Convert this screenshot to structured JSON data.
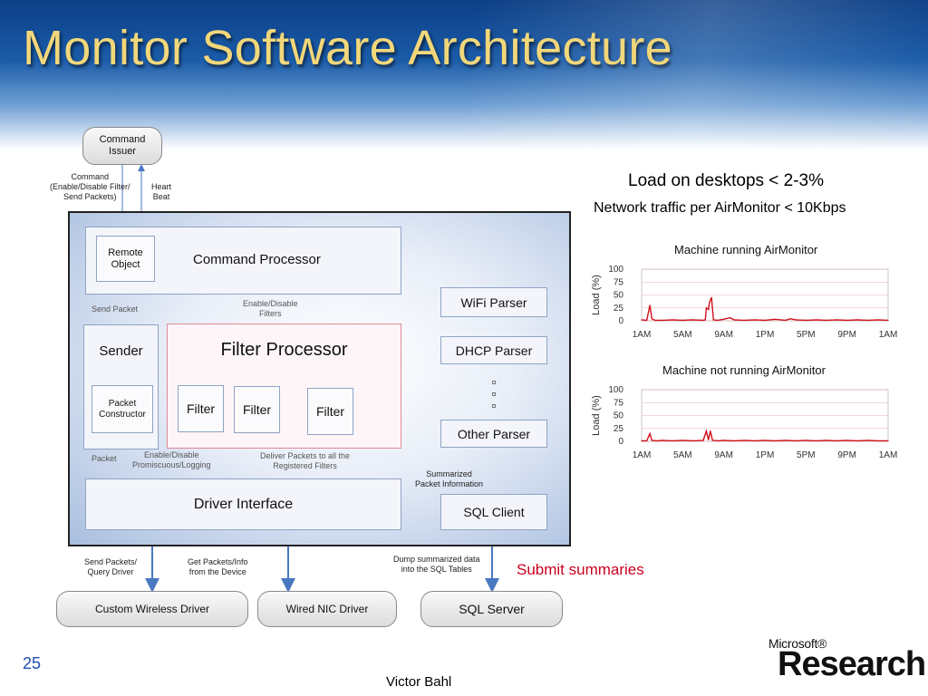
{
  "slide": {
    "title": "Monitor Software Architecture",
    "page_number": "25",
    "author": "Victor Bahl",
    "logo": {
      "top": "Microsoft®",
      "bottom": "Research"
    }
  },
  "diagram": {
    "command_issuer": "Command\nIssuer",
    "command_label": "Command\n(Enable/Disable Filter/\nSend Packets)",
    "heart_beat_label": "Heart\nBeat",
    "remote_object": "Remote\nObject",
    "command_processor": "Command Processor",
    "send_packet_label": "Send Packet",
    "enable_disable_filters_label": "Enable/Disable\nFilters",
    "sender": "Sender",
    "packet_constructor": "Packet\nConstructor",
    "filter_processor": "Filter Processor",
    "filters": [
      "Filter",
      "Filter",
      "Filter"
    ],
    "wifi_parser": "WiFi Parser",
    "dhcp_parser": "DHCP Parser",
    "other_parser": "Other Parser",
    "packet_label": "Packet",
    "promiscuous_label": "Enable/Disable\nPromiscuous/Logging",
    "deliver_label": "Deliver Packets to all the\nRegistered Filters",
    "summarized_label": "Summarized\nPacket Information",
    "driver_interface": "Driver Interface",
    "sql_client": "SQL Client",
    "send_query_label": "Send Packets/\nQuery Driver",
    "get_packets_label": "Get Packets/Info\nfrom the Device",
    "dump_label": "Dump summarized data\ninto the SQL Tables",
    "custom_driver": "Custom Wireless Driver",
    "wired_driver": "Wired NIC Driver",
    "sql_server": "SQL Server",
    "submit_summaries": "Submit summaries"
  },
  "notes": {
    "load_line": "Load on desktops < 2-3%",
    "traffic_line": "Network traffic per AirMonitor < 10Kbps"
  },
  "colors": {
    "title": "#f2d77a",
    "arrow": "#4a78c0",
    "series": "#d0101a",
    "accent_red": "#c8001e"
  },
  "chart_data": [
    {
      "type": "line",
      "title": "Machine running AirMonitor",
      "ylabel": "Load (%)",
      "xlabel": "",
      "ylim": [
        0,
        100
      ],
      "yticks": [
        "100",
        "75",
        "50",
        "25",
        "0"
      ],
      "xticks": [
        "1AM",
        "5AM",
        "9AM",
        "1PM",
        "5PM",
        "9PM",
        "1AM"
      ],
      "xlim": [
        0,
        24
      ],
      "grid": true,
      "series": [
        {
          "values": [
            [
              0,
              2
            ],
            [
              0.5,
              1
            ],
            [
              0.8,
              30
            ],
            [
              1.0,
              4
            ],
            [
              1.3,
              1
            ],
            [
              2,
              1
            ],
            [
              3,
              2
            ],
            [
              4,
              1
            ],
            [
              5,
              2
            ],
            [
              6,
              1
            ],
            [
              6.2,
              2
            ],
            [
              6.3,
              25
            ],
            [
              6.5,
              22
            ],
            [
              6.6,
              35
            ],
            [
              6.8,
              45
            ],
            [
              7.0,
              2
            ],
            [
              7.4,
              1
            ],
            [
              8,
              3
            ],
            [
              8.6,
              6
            ],
            [
              9,
              2
            ],
            [
              10,
              1
            ],
            [
              11,
              2
            ],
            [
              12,
              1
            ],
            [
              13,
              3
            ],
            [
              14,
              1
            ],
            [
              14.5,
              4
            ],
            [
              15,
              2
            ],
            [
              16,
              1
            ],
            [
              17,
              2
            ],
            [
              18,
              1
            ],
            [
              19,
              2
            ],
            [
              20,
              1
            ],
            [
              21,
              2
            ],
            [
              22,
              1
            ],
            [
              23,
              2
            ],
            [
              24,
              1
            ]
          ]
        }
      ]
    },
    {
      "type": "line",
      "title": "Machine not running AirMonitor",
      "ylabel": "Load (%)",
      "xlabel": "",
      "ylim": [
        0,
        100
      ],
      "yticks": [
        "100",
        "75",
        "50",
        "25",
        "0"
      ],
      "xticks": [
        "1AM",
        "5AM",
        "9AM",
        "1PM",
        "5PM",
        "9PM",
        "1AM"
      ],
      "xlim": [
        0,
        24
      ],
      "grid": true,
      "series": [
        {
          "values": [
            [
              0,
              1
            ],
            [
              0.5,
              1
            ],
            [
              0.8,
              15
            ],
            [
              1.0,
              2
            ],
            [
              1.5,
              1
            ],
            [
              2,
              2
            ],
            [
              3,
              1
            ],
            [
              4,
              2
            ],
            [
              5,
              1
            ],
            [
              6,
              2
            ],
            [
              6.3,
              20
            ],
            [
              6.5,
              3
            ],
            [
              6.7,
              20
            ],
            [
              6.9,
              2
            ],
            [
              7.5,
              1
            ],
            [
              8,
              2
            ],
            [
              9,
              1
            ],
            [
              10,
              2
            ],
            [
              11,
              1
            ],
            [
              12,
              2
            ],
            [
              13,
              1
            ],
            [
              14,
              2
            ],
            [
              15,
              1
            ],
            [
              16,
              2
            ],
            [
              17,
              1
            ],
            [
              18,
              2
            ],
            [
              19,
              1
            ],
            [
              20,
              2
            ],
            [
              21,
              1
            ],
            [
              22,
              2
            ],
            [
              23,
              1
            ],
            [
              24,
              1
            ]
          ]
        }
      ]
    }
  ]
}
